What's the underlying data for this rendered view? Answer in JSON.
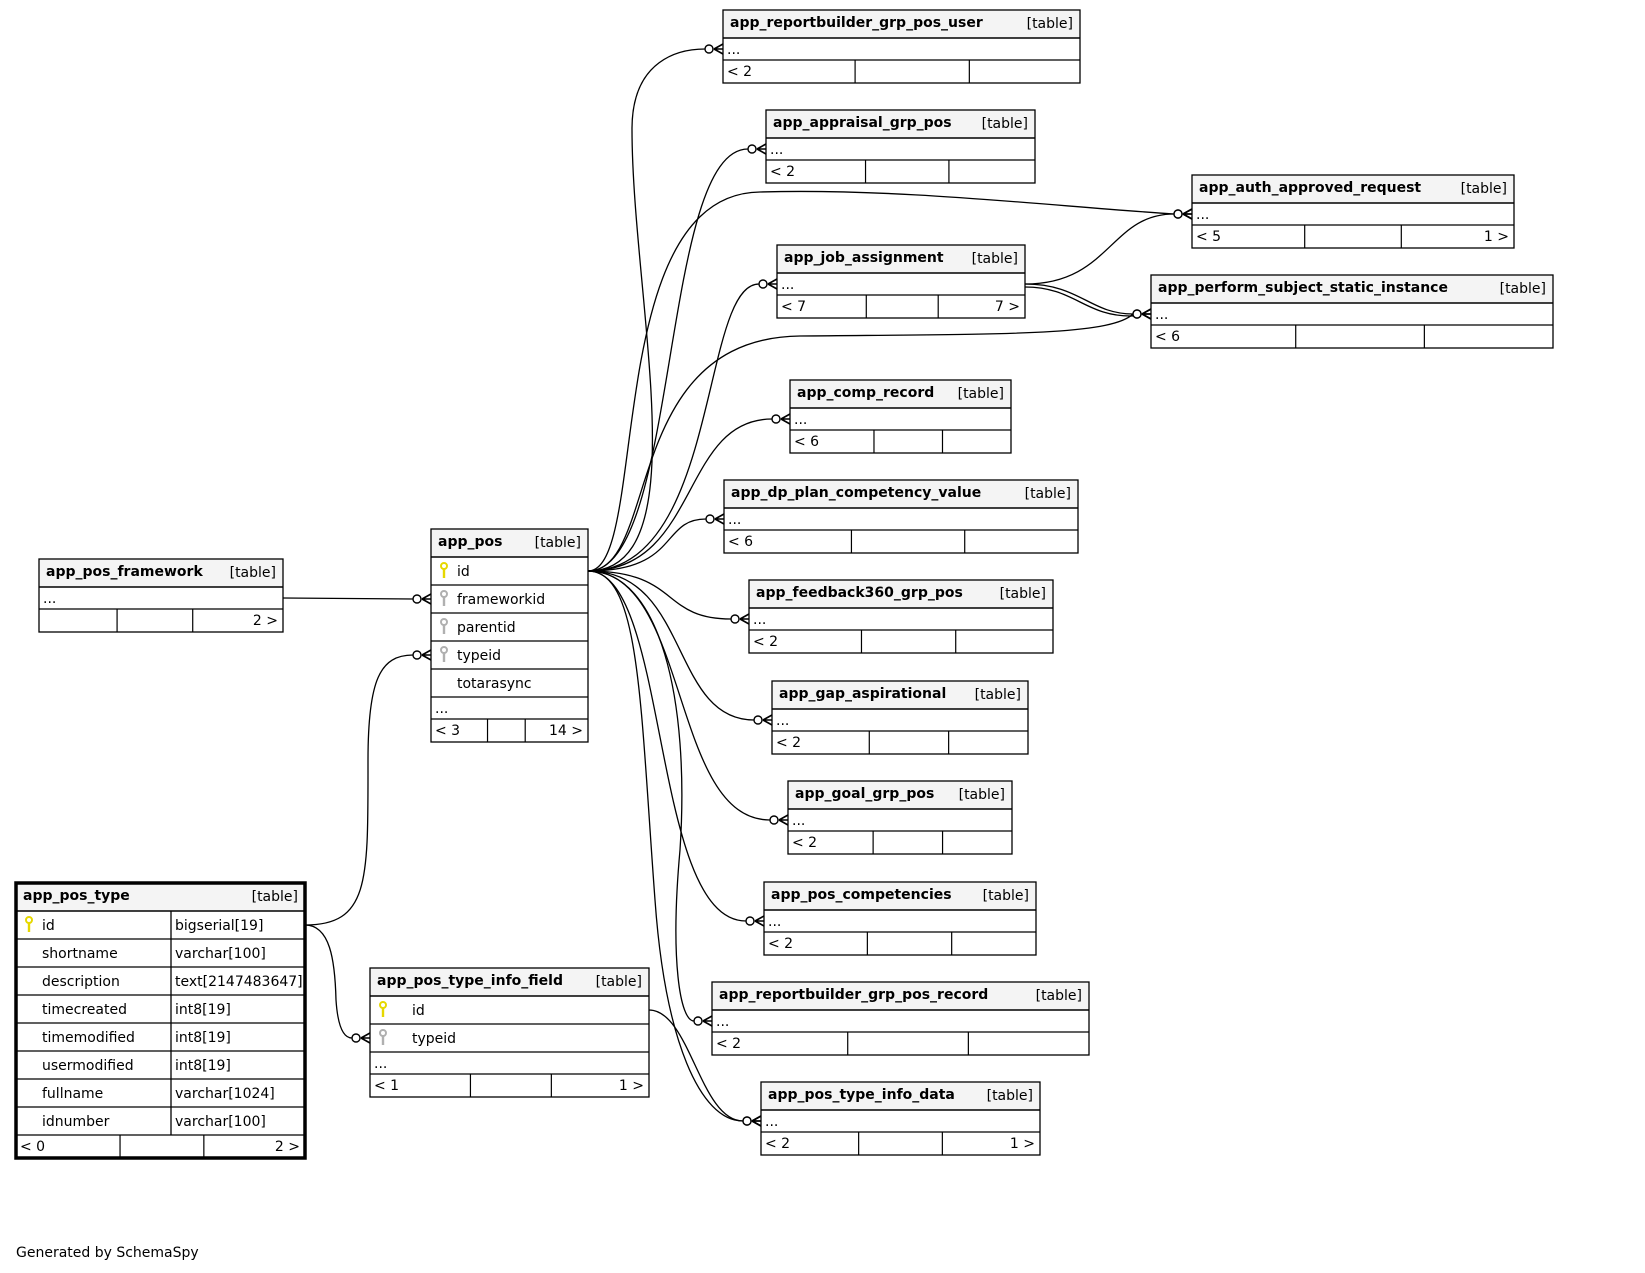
{
  "footer": "Generated by SchemaSpy",
  "colors": {
    "header_fill": "#f4f4f4",
    "border": "#000000",
    "pk_key": "#e6d800",
    "fk_key": "#b0b0b0"
  },
  "tables": [
    {
      "id": "app_reportbuilder_grp_pos_user",
      "name": "app_reportbuilder_grp_pos_user",
      "tag": "[table]",
      "rows": [
        {
          "text": "..."
        }
      ],
      "footer": [
        "< 2",
        "",
        ""
      ]
    },
    {
      "id": "app_appraisal_grp_pos",
      "name": "app_appraisal_grp_pos",
      "tag": "[table]",
      "rows": [
        {
          "text": "..."
        }
      ],
      "footer": [
        "< 2",
        "",
        ""
      ]
    },
    {
      "id": "app_auth_approved_request",
      "name": "app_auth_approved_request",
      "tag": "[table]",
      "rows": [
        {
          "text": "..."
        }
      ],
      "footer": [
        "< 5",
        "",
        "1 >"
      ]
    },
    {
      "id": "app_job_assignment",
      "name": "app_job_assignment",
      "tag": "[table]",
      "rows": [
        {
          "text": "..."
        }
      ],
      "footer": [
        "< 7",
        "",
        "7 >"
      ]
    },
    {
      "id": "app_perform_subject_static_instance",
      "name": "app_perform_subject_static_instance",
      "tag": "[table]",
      "rows": [
        {
          "text": "..."
        }
      ],
      "footer": [
        "< 6",
        "",
        ""
      ]
    },
    {
      "id": "app_comp_record",
      "name": "app_comp_record",
      "tag": "[table]",
      "rows": [
        {
          "text": "..."
        }
      ],
      "footer": [
        "< 6",
        "",
        ""
      ]
    },
    {
      "id": "app_dp_plan_competency_value",
      "name": "app_dp_plan_competency_value",
      "tag": "[table]",
      "rows": [
        {
          "text": "..."
        }
      ],
      "footer": [
        "< 6",
        "",
        ""
      ]
    },
    {
      "id": "app_feedback360_grp_pos",
      "name": "app_feedback360_grp_pos",
      "tag": "[table]",
      "rows": [
        {
          "text": "..."
        }
      ],
      "footer": [
        "< 2",
        "",
        ""
      ]
    },
    {
      "id": "app_gap_aspirational",
      "name": "app_gap_aspirational",
      "tag": "[table]",
      "rows": [
        {
          "text": "..."
        }
      ],
      "footer": [
        "< 2",
        "",
        ""
      ]
    },
    {
      "id": "app_goal_grp_pos",
      "name": "app_goal_grp_pos",
      "tag": "[table]",
      "rows": [
        {
          "text": "..."
        }
      ],
      "footer": [
        "< 2",
        "",
        ""
      ]
    },
    {
      "id": "app_pos_competencies",
      "name": "app_pos_competencies",
      "tag": "[table]",
      "rows": [
        {
          "text": "..."
        }
      ],
      "footer": [
        "< 2",
        "",
        ""
      ]
    },
    {
      "id": "app_reportbuilder_grp_pos_record",
      "name": "app_reportbuilder_grp_pos_record",
      "tag": "[table]",
      "rows": [
        {
          "text": "..."
        }
      ],
      "footer": [
        "< 2",
        "",
        ""
      ]
    },
    {
      "id": "app_pos_type_info_data",
      "name": "app_pos_type_info_data",
      "tag": "[table]",
      "rows": [
        {
          "text": "..."
        }
      ],
      "footer": [
        "< 2",
        "",
        "1 >"
      ]
    },
    {
      "id": "app_pos_framework",
      "name": "app_pos_framework",
      "tag": "[table]",
      "rows": [
        {
          "text": "..."
        }
      ],
      "footer": [
        "",
        "",
        "2 >"
      ]
    },
    {
      "id": "app_pos",
      "name": "app_pos",
      "tag": "[table]",
      "rows": [
        {
          "text": "id",
          "key": "pk"
        },
        {
          "text": "frameworkid",
          "key": "fk"
        },
        {
          "text": "parentid",
          "key": "fk"
        },
        {
          "text": "typeid",
          "key": "fk"
        },
        {
          "text": "totarasync",
          "key": ""
        },
        {
          "text": "...",
          "key": "",
          "plain": true
        }
      ],
      "footer": [
        "< 3",
        "",
        "14 >"
      ]
    },
    {
      "id": "app_pos_type",
      "name": "app_pos_type",
      "tag": "[table]",
      "focus": true,
      "rows": [
        {
          "text": "id",
          "type": "bigserial[19]",
          "key": "pk"
        },
        {
          "text": "shortname",
          "type": "varchar[100]",
          "key": ""
        },
        {
          "text": "description",
          "type": "text[2147483647]",
          "key": ""
        },
        {
          "text": "timecreated",
          "type": "int8[19]",
          "key": ""
        },
        {
          "text": "timemodified",
          "type": "int8[19]",
          "key": ""
        },
        {
          "text": "usermodified",
          "type": "int8[19]",
          "key": ""
        },
        {
          "text": "fullname",
          "type": "varchar[1024]",
          "key": ""
        },
        {
          "text": "idnumber",
          "type": "varchar[100]",
          "key": ""
        }
      ],
      "footer": [
        "< 0",
        "",
        "2 >"
      ]
    },
    {
      "id": "app_pos_type_info_field",
      "name": "app_pos_type_info_field",
      "tag": "[table]",
      "rows": [
        {
          "text": "id",
          "key": "pk"
        },
        {
          "text": "typeid",
          "key": "fk"
        },
        {
          "text": "...",
          "key": "",
          "plain": true
        }
      ],
      "footer": [
        "< 1",
        "",
        "1 >"
      ]
    }
  ],
  "relationships": [
    {
      "from": "app_pos.id",
      "to": "app_reportbuilder_grp_pos_user"
    },
    {
      "from": "app_pos.id",
      "to": "app_appraisal_grp_pos"
    },
    {
      "from": "app_pos.id",
      "to": "app_auth_approved_request"
    },
    {
      "from": "app_pos.id",
      "to": "app_job_assignment"
    },
    {
      "from": "app_pos.id",
      "to": "app_perform_subject_static_instance"
    },
    {
      "from": "app_pos.id",
      "to": "app_comp_record"
    },
    {
      "from": "app_pos.id",
      "to": "app_dp_plan_competency_value"
    },
    {
      "from": "app_pos.id",
      "to": "app_feedback360_grp_pos"
    },
    {
      "from": "app_pos.id",
      "to": "app_gap_aspirational"
    },
    {
      "from": "app_pos.id",
      "to": "app_goal_grp_pos"
    },
    {
      "from": "app_pos.id",
      "to": "app_pos_competencies"
    },
    {
      "from": "app_pos.id",
      "to": "app_reportbuilder_grp_pos_record"
    },
    {
      "from": "app_pos.id",
      "to": "app_pos_type_info_data"
    },
    {
      "from": "app_job_assignment",
      "to": "app_auth_approved_request"
    },
    {
      "from": "app_job_assignment",
      "to": "app_perform_subject_static_instance"
    },
    {
      "from": "app_pos_framework",
      "to": "app_pos.frameworkid"
    },
    {
      "from": "app_pos_type.id",
      "to": "app_pos.typeid"
    },
    {
      "from": "app_pos_type.id",
      "to": "app_pos_type_info_field.typeid"
    },
    {
      "from": "app_pos_type_info_field.id",
      "to": "app_pos_type_info_data"
    }
  ]
}
